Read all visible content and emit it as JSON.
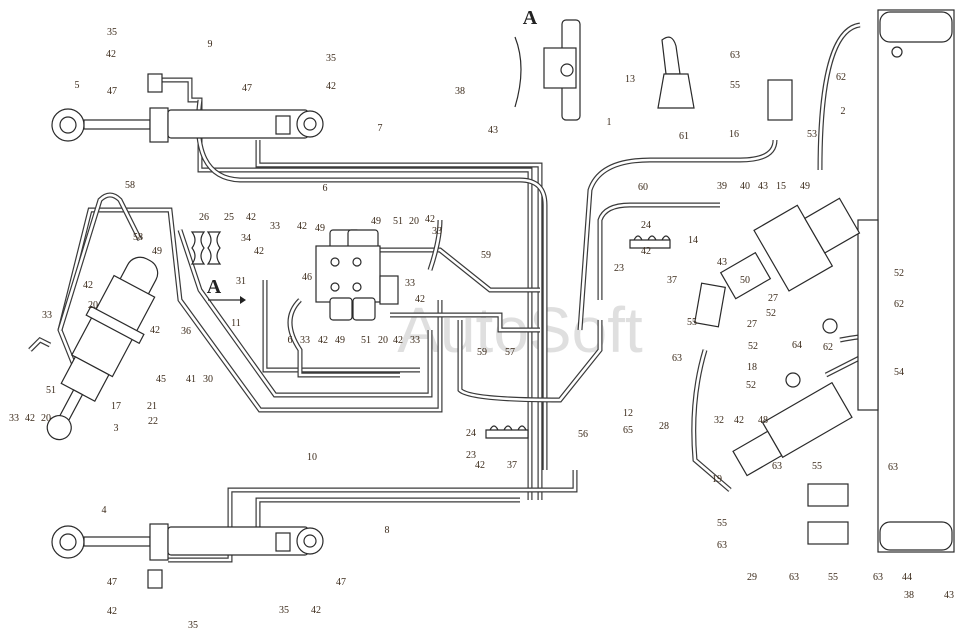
{
  "diagram": {
    "view_label": "A",
    "view_arrow_label": "A",
    "watermark": "AutoSoft",
    "callouts": [
      "35",
      "42",
      "9",
      "35",
      "42",
      "5",
      "47",
      "47",
      "7",
      "38",
      "43",
      "1",
      "13",
      "63",
      "62",
      "2",
      "55",
      "16",
      "53",
      "61",
      "6",
      "58",
      "58",
      "26",
      "25",
      "42",
      "34",
      "33",
      "42",
      "49",
      "49",
      "51",
      "20",
      "42",
      "33",
      "42",
      "31",
      "46",
      "33",
      "42",
      "11",
      "6",
      "33",
      "42",
      "49",
      "51",
      "20",
      "42",
      "33",
      "59",
      "59",
      "57",
      "49",
      "42",
      "20",
      "33",
      "42",
      "36",
      "45",
      "41",
      "30",
      "17",
      "21",
      "22",
      "3",
      "51",
      "33",
      "42",
      "20",
      "60",
      "39",
      "40",
      "43",
      "15",
      "49",
      "14",
      "24",
      "23",
      "42",
      "37",
      "43",
      "50",
      "52",
      "27",
      "52",
      "62",
      "55",
      "63",
      "27",
      "64",
      "52",
      "62",
      "54",
      "18",
      "52",
      "12",
      "65",
      "56",
      "28",
      "32",
      "42",
      "48",
      "19",
      "24",
      "23",
      "42",
      "37",
      "10",
      "8",
      "4",
      "47",
      "47",
      "35",
      "42",
      "42",
      "35",
      "63",
      "55",
      "63",
      "55",
      "63",
      "29",
      "63",
      "55",
      "63",
      "44",
      "38",
      "43"
    ]
  }
}
